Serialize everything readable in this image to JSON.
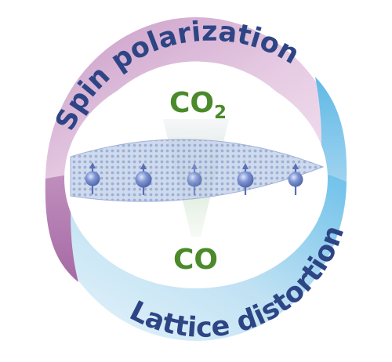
{
  "diagram": {
    "top_arc_label": "Spin polarization",
    "bottom_arc_label": "Lattice distortion",
    "reactant": {
      "base": "CO",
      "subscript": "2"
    },
    "product": "CO",
    "spin_count": 5,
    "colors": {
      "top_band": "#c898c4",
      "bottom_band": "#7fc4e8",
      "label_text": "#2e4585",
      "molecule_text": "#4a8a2a",
      "lattice": "#8aa4cf",
      "spin_atom": "#5f78c0"
    }
  }
}
